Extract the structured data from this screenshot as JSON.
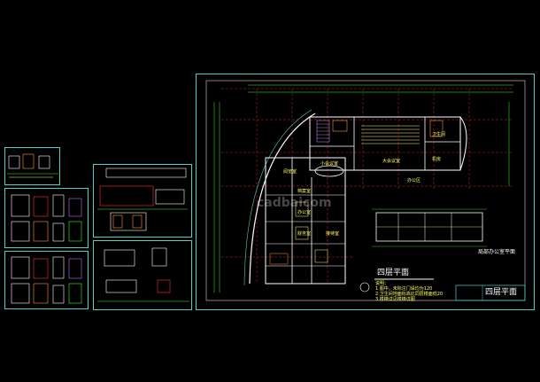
{
  "main_sheet": {
    "plan_title": "四层平面",
    "title_block_label": "四层平面",
    "office_rooms": {
      "lecture_hall": "大会议室",
      "small_meeting": "小会议室",
      "machine_room": "机房",
      "reading_room": "阅览室",
      "archive": "档案室",
      "office": "办公室",
      "finance": "财务室",
      "reception": "接待室",
      "toilet": "卫生间",
      "office_area": "办公区"
    },
    "upper_detail_label": "局部办公室平面",
    "notes": [
      "说明：",
      "1.图中，未标注门垛均为120",
      "2.卫生间地面标高比同层楼面低20",
      "3.楼梯详见楼梯详图"
    ]
  },
  "watermark": "cadbaicom",
  "colors": {
    "background": "#000000",
    "frame": "#4fd1c5",
    "wall": "#ffffff",
    "axis": "#ff3030",
    "text": "#ffff66",
    "green": "#39ff14",
    "purple": "#c26bff"
  }
}
